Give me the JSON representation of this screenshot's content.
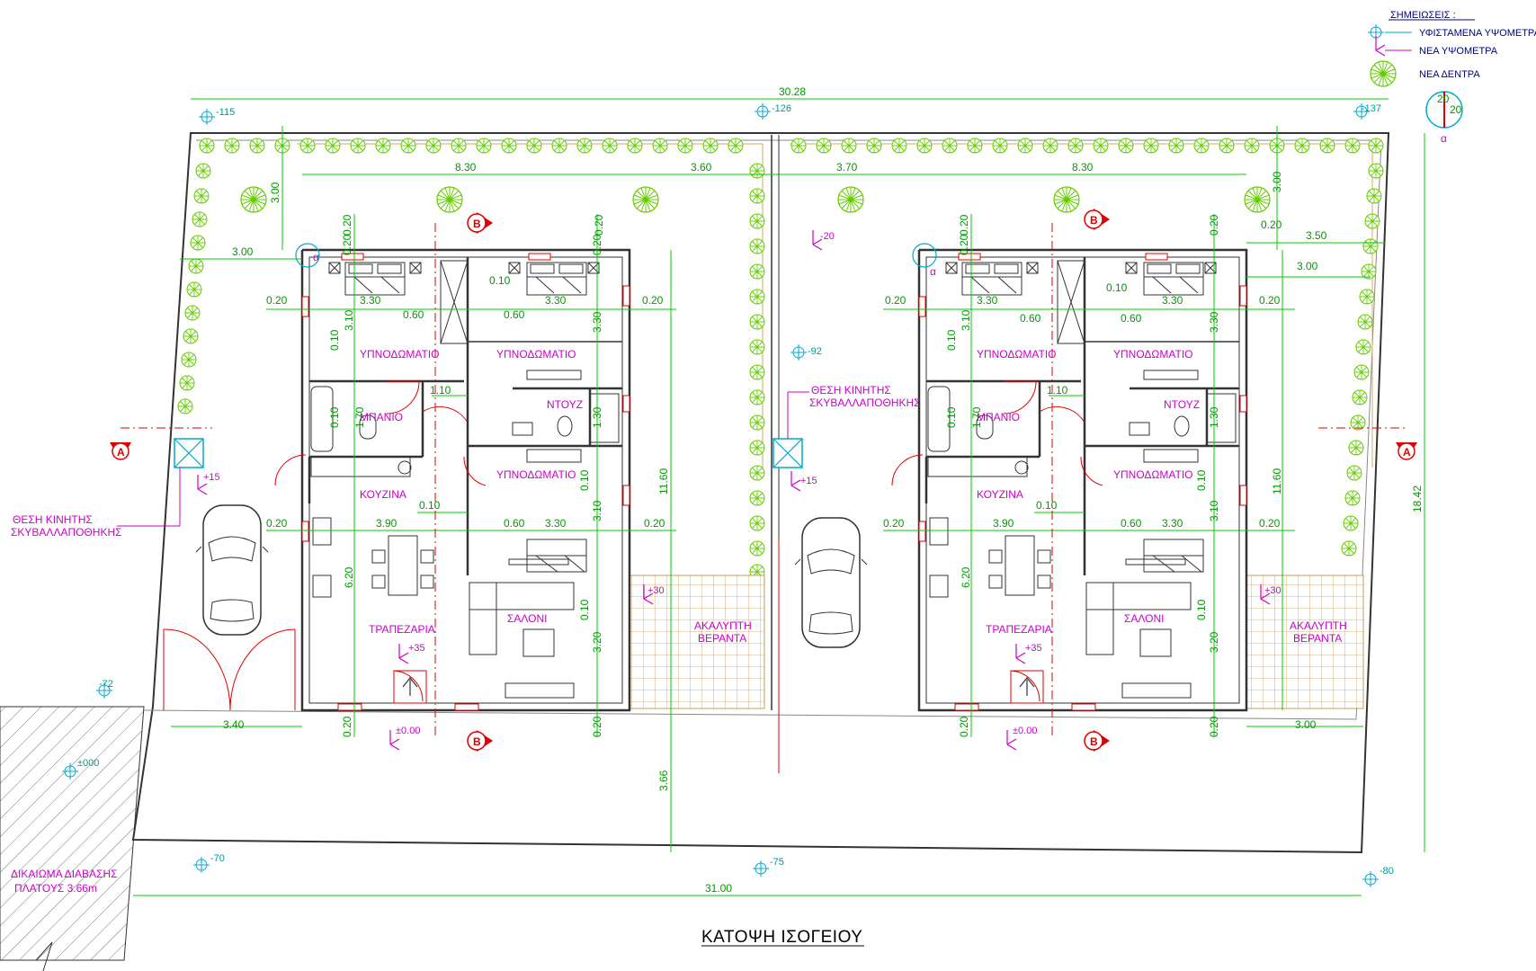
{
  "title": "ΚΑΤΟΨΗ ΙΣΟΓΕΙΟΥ",
  "legend": {
    "heading": "ΣΗΜΕΙΩΣΕΙΣ :",
    "existing_levels": "ΥΦΙΣΤΑΜΕΝΑ ΥΨΟΜΕΤΡΑ",
    "new_levels": "ΝΕΑ ΥΨΟΜΕΤΡΑ",
    "new_trees": "ΝΕΑ ΔΕΝΤΡΑ"
  },
  "north": {
    "v1": "20",
    "v2": "20",
    "label": "α"
  },
  "overall_dims": {
    "top": "30.28",
    "bottom": "31.00",
    "right": "18.42"
  },
  "access": {
    "line1": "ΔΙΚΑΙΩΜΑ ΔΙΑΒΑΣΗΣ",
    "line2": "ΠΛΑΤΟΥΣ 3.66m"
  },
  "bin": {
    "line1": "ΘΕΣΗ ΚΙΝΗΤΗΣ",
    "line2": "ΣΚΥΒΑΛΛΑΠΟΘΗΚΗΣ"
  },
  "section_marks": {
    "a": "A",
    "b": "B",
    "corner": "α"
  },
  "levels": {
    "l115": "-115",
    "l126": "-126",
    "l137": "-137",
    "l20": "-20",
    "l92": "-92",
    "l72": "-72",
    "l000": "±000",
    "l70": "-70",
    "l75": "-75",
    "l80": "-80",
    "p15": "+15",
    "p30": "+30",
    "p35": "+35",
    "p000": "±0.00"
  },
  "rooms": {
    "bedroom": "ΥΠΝΟΔΩΜΑΤΙΟ",
    "bath": "ΜΠΑΝΙΟ",
    "shower": "ΝΤΟΥΖ",
    "kitchen": "ΚΟΥΖΙΝΑ",
    "dining": "ΤΡΑΠΕΖΑΡΙΑ",
    "living": "ΣΑΛΟΝΙ",
    "veranda1": "ΑΚΑΛΥΠΤΗ",
    "veranda2": "ΒΕΡΑΝΤΑ"
  },
  "dims_left": {
    "d830": "8.30",
    "d360": "3.60",
    "d300a": "3.00",
    "d300b": "3.00",
    "d020a": "0.20",
    "d020b": "0.20",
    "d330a": "3.30",
    "d330b": "3.30",
    "d010a": "0.10",
    "d060a": "0.60",
    "d060b": "0.60",
    "d310a": "3.10",
    "d330v": "3.30",
    "d020r": "0.20",
    "d010b": "0.10",
    "d110": "1.10",
    "d010c": "0.10",
    "d170": "1.70",
    "d130": "1.30",
    "d010d": "0.10",
    "d020l": "0.20",
    "d390": "3.90",
    "d010e": "0.10",
    "d060c": "0.60",
    "d330c": "3.30",
    "d020m": "0.20",
    "d310b": "3.10",
    "d1160": "11.60",
    "d620": "6.20",
    "d010f": "0.10",
    "d320": "3.20",
    "d340": "3.40",
    "d020v1": "0.20",
    "d020v2": "0.20",
    "d020v3": "0.20",
    "d020v4": "0.20",
    "d366": "3.66"
  },
  "dims_right": {
    "d370": "3.70",
    "d830": "8.30",
    "d300a": "3.00",
    "d350": "3.50",
    "d300b": "3.00",
    "d020t": "0.20",
    "d020a": "0.20",
    "d330a": "3.30",
    "d010a": "0.10",
    "d060a": "0.60",
    "d060b": "0.60",
    "d330b": "3.30",
    "d310a": "3.10",
    "d330v": "3.30",
    "d020r": "0.20",
    "d010b": "0.10",
    "d110": "1.10",
    "d010c": "0.10",
    "d170": "1.70",
    "d130": "1.30",
    "d010d": "0.10",
    "d020l": "0.20",
    "d390": "3.90",
    "d010e": "0.10",
    "d060c": "0.60",
    "d330c": "3.30",
    "d020m": "0.20",
    "d310b": "3.10",
    "d1160": "11.60",
    "d620": "6.20",
    "d010f": "0.10",
    "d320": "3.20",
    "d300c": "3.00",
    "d020v1": "0.20",
    "d020v2": "0.20",
    "d020v3": "0.20",
    "d020v4": "0.20",
    "d020v5": "0.20"
  },
  "colors": {
    "dimension": "#00cc00",
    "wall": "#333333",
    "window": "#dd0000",
    "room_text": "#cc00cc",
    "level_marker": "#00aacc",
    "tree": "#66cc00",
    "veranda": "#c89b5a"
  }
}
